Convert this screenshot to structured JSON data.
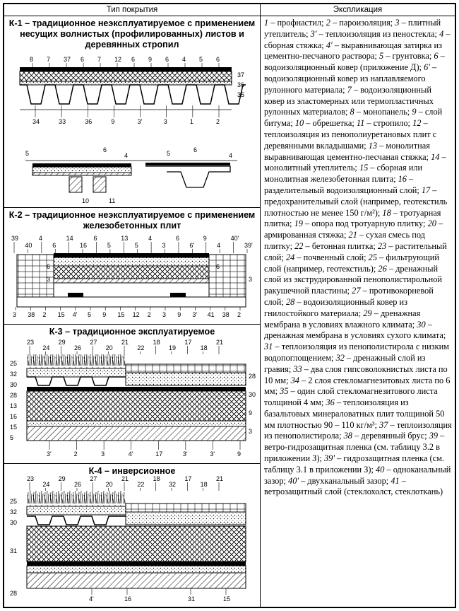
{
  "header": {
    "col_left": "Тип покрытия",
    "col_right": "Экспликация"
  },
  "sections": {
    "k1": {
      "title": "К-1 – традиционное неэксплуатируемое с применением несущих волнистых (профилированных) листов и деревянных стропил"
    },
    "k2": {
      "title": "К-2 – традиционное неэксплуатируемое с применением железобетонных плит"
    },
    "k3": {
      "title": "К-3 – традиционное эксплуатируемое"
    },
    "k4": {
      "title": "К-4 – инверсионное"
    }
  },
  "labels": {
    "k1_top": [
      "8",
      "7",
      "37",
      "6",
      "7",
      "12",
      "6",
      "9",
      "6",
      "4",
      "5",
      "6"
    ],
    "k1_right": [
      "37",
      "36",
      "35"
    ],
    "k1_bottom": [
      "34",
      "33",
      "36",
      "9",
      "3'",
      "3",
      "1",
      "2"
    ],
    "k1_detail": [
      "5",
      "6",
      "4",
      "5",
      "6",
      "4",
      "10",
      "11"
    ],
    "k2_top": [
      "39",
      "40",
      "4",
      "6",
      "14",
      "16",
      "6",
      "5",
      "13",
      "5",
      "4",
      "3",
      "6",
      "6'",
      "9",
      "4",
      "40'",
      "39'"
    ],
    "k2_side": [
      "6",
      "3",
      "6",
      "3"
    ],
    "k2_bottom": [
      "3",
      "38",
      "2",
      "15",
      "4'",
      "5",
      "9",
      "15",
      "12",
      "2",
      "3",
      "9",
      "3'",
      "41",
      "38",
      "2"
    ],
    "k3_top": [
      "23",
      "24",
      "29",
      "26",
      "27",
      "20",
      "21",
      "22",
      "18",
      "19",
      "17",
      "18",
      "21"
    ],
    "k3_left": [
      "25",
      "32",
      "30",
      "28",
      "13",
      "16",
      "15",
      "5"
    ],
    "k3_right": [
      "28",
      "30",
      "9",
      "3"
    ],
    "k3_bottom": [
      "3'",
      "2",
      "3",
      "4'",
      "17",
      "3'",
      "3'",
      "9"
    ],
    "k4_top": [
      "23",
      "24",
      "29",
      "26",
      "27",
      "20",
      "21",
      "22",
      "18",
      "32",
      "17",
      "18",
      "21"
    ],
    "k4_left": [
      "25",
      "32",
      "30",
      "31",
      "28"
    ],
    "k4_bottom": [
      "4'",
      "16",
      "31",
      "15"
    ]
  },
  "explication": [
    {
      "n": "1",
      "t": "профнастил; "
    },
    {
      "n": "2",
      "t": "пароизоляция; "
    },
    {
      "n": "3",
      "t": "плитный утеплитель; "
    },
    {
      "n": "3'",
      "t": "теплоизоляция из пеностекла; "
    },
    {
      "n": "4",
      "t": "сборная стяжка; "
    },
    {
      "n": "4'",
      "t": "выравнивающая затирка из цементно-песчаного раствора; "
    },
    {
      "n": "5",
      "t": "грунтовка; "
    },
    {
      "n": "6",
      "t": "водоизоляционный ковер (приложение Д); "
    },
    {
      "n": "6'",
      "t": "водоизоляционный ковер из наплавляемого рулонного материала; "
    },
    {
      "n": "7",
      "t": "водоизоляционный ковер из эластомерных или термопластичных рулонных материалов; "
    },
    {
      "n": "8",
      "t": "монопанель; "
    },
    {
      "n": "9",
      "t": "слой битума; "
    },
    {
      "n": "10",
      "t": "обрешетка; "
    },
    {
      "n": "11",
      "t": "стропило; "
    },
    {
      "n": "12",
      "t": "теплоизоляция из пенополиуретановых плит с деревянными вкладышами; "
    },
    {
      "n": "13",
      "t": "монолитная выравнивающая цементно-песчаная стяжка; "
    },
    {
      "n": "14",
      "t": "монолитный утеплитель; "
    },
    {
      "n": "15",
      "t": "сборная или монолитная железобетонная плита; "
    },
    {
      "n": "16",
      "t": "разделительный водоизоляционный слой; "
    },
    {
      "n": "17",
      "t": "предохранительный слой (например, геотекстиль плотностью не менее 150 г/м²); "
    },
    {
      "n": "18",
      "t": "тротуарная плитка; "
    },
    {
      "n": "19",
      "t": "опора под тротуарную плитку; "
    },
    {
      "n": "20",
      "t": "армированная стяжка; "
    },
    {
      "n": "21",
      "t": "сухая смесь под плитку; "
    },
    {
      "n": "22",
      "t": "бетонная плитка; "
    },
    {
      "n": "23",
      "t": "растительный слой; "
    },
    {
      "n": "24",
      "t": "почвенный слой; "
    },
    {
      "n": "25",
      "t": "фильтрующий слой (например, геотекстиль); "
    },
    {
      "n": "26",
      "t": "дренажный слой из экструдированной пенополистирольной ракушечной пластины; "
    },
    {
      "n": "27",
      "t": "противокорневой слой; "
    },
    {
      "n": "28",
      "t": "водоизоляционный ковер из гнилостойкого материала; "
    },
    {
      "n": "29",
      "t": "дренажная мембрана в условиях влажного климата; "
    },
    {
      "n": "30",
      "t": "дренажная мембрана в условиях сухого климата; "
    },
    {
      "n": "31",
      "t": "теплоизоляция из пенополистирола с низким водопоглощением; "
    },
    {
      "n": "32",
      "t": "дренажный слой из гравия; "
    },
    {
      "n": "33",
      "t": "два слоя гипсоволокнистых листа по  10 мм; "
    },
    {
      "n": "34",
      "t": "2 слоя стекломагнезитовых листа по 6 мм; "
    },
    {
      "n": "35",
      "t": "один слой стекломагнезитового листа толщиной 4 мм; "
    },
    {
      "n": "36",
      "t": "теплоизоляция из базальтовых минераловатных плит толщиной 50 мм плотностью 90 – 110 кг/м³; "
    },
    {
      "n": "37",
      "t": "теплоизоляция из пенополистирола; "
    },
    {
      "n": "38",
      "t": "деревянный брус; "
    },
    {
      "n": "39",
      "t": "ветро-гидрозащитная пленка (см. таблицу 3.2 в приложении З); "
    },
    {
      "n": "39'",
      "t": "гидрозащитная пленка (см. таблицу 3.1 в приложении З); "
    },
    {
      "n": "40",
      "t": "одноканальный зазор; "
    },
    {
      "n": "40'",
      "t": "двухканальный зазор; "
    },
    {
      "n": "41",
      "t": "ветрозащитный слой (стеклохолст, стеклоткань)"
    }
  ]
}
